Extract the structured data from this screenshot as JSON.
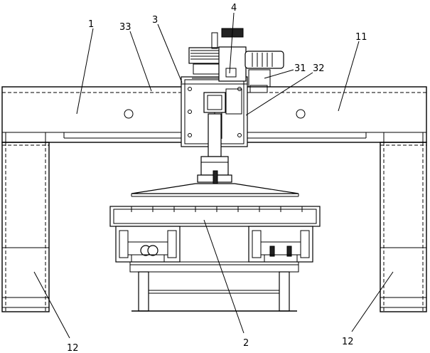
{
  "labels": {
    "l1": "1",
    "l33": "33",
    "l3": "3",
    "l4": "4",
    "l31": "31",
    "l32": "32",
    "l11": "11",
    "l12a": "12",
    "l12b": "12",
    "l2": "2"
  }
}
